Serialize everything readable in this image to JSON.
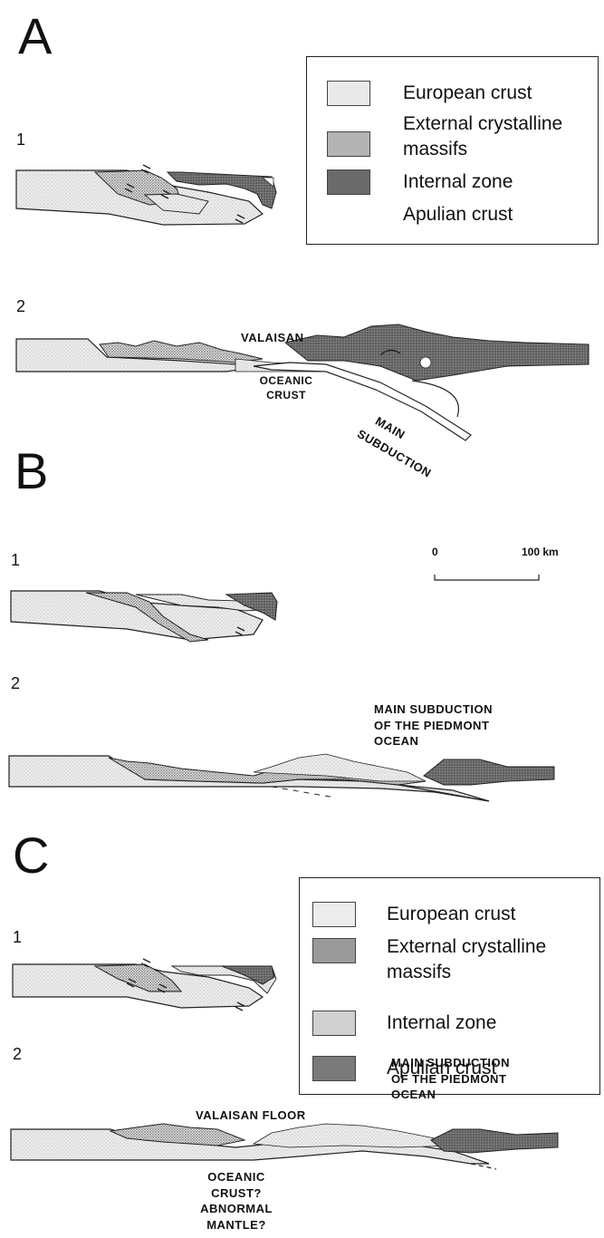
{
  "panels": {
    "A": {
      "letter": "A",
      "stage1": "1",
      "stage2": "2",
      "labels": {
        "valaisan": "VALAISAN",
        "oceanic_crust_1": "OCEANIC",
        "oceanic_crust_2": "CRUST",
        "main_subduction_1": "MAIN",
        "main_subduction_2": "SUBDUCTION"
      }
    },
    "B": {
      "letter": "B",
      "stage1": "1",
      "stage2": "2",
      "scale": {
        "start": "0",
        "end": "100 km"
      },
      "labels": {
        "main_sub_1": "MAIN SUBDUCTION",
        "main_sub_2": "OF THE PIEDMONT",
        "main_sub_3": "OCEAN"
      }
    },
    "C": {
      "letter": "C",
      "stage1": "1",
      "stage2": "2",
      "labels": {
        "valaisan_floor": "VALAISAN FLOOR",
        "main_sub_1": "MAIN SUBDUCTION",
        "main_sub_2": "OF THE PIEDMONT",
        "main_sub_3": "OCEAN",
        "oceanic_1": "OCEANIC",
        "oceanic_2": "CRUST?",
        "oceanic_3": "ABNORMAL",
        "oceanic_4": "MANTLE?"
      }
    }
  },
  "legend_top": {
    "items": [
      {
        "label": "European crust",
        "pattern": "light-stipple"
      },
      {
        "label": "External crystalline massifs",
        "pattern": "dense-stipple"
      },
      {
        "label": "Internal zone",
        "pattern": "dark"
      },
      {
        "label": "Apulian crust",
        "pattern": "none"
      }
    ]
  },
  "legend_bottom": {
    "items": [
      {
        "label": "European crust",
        "pattern": "light-stipple"
      },
      {
        "label": "External crystalline massifs",
        "pattern": "dense-stipple"
      },
      {
        "label": "Internal zone",
        "pattern": "light-stipple"
      },
      {
        "label": "Apulian crust",
        "pattern": "dark"
      }
    ]
  },
  "colors": {
    "european": "#e9e9e9",
    "external": "#bdbdbd",
    "internal": "#777777",
    "apulian": "#6a6a6a",
    "oceanic": "#ffffff"
  }
}
